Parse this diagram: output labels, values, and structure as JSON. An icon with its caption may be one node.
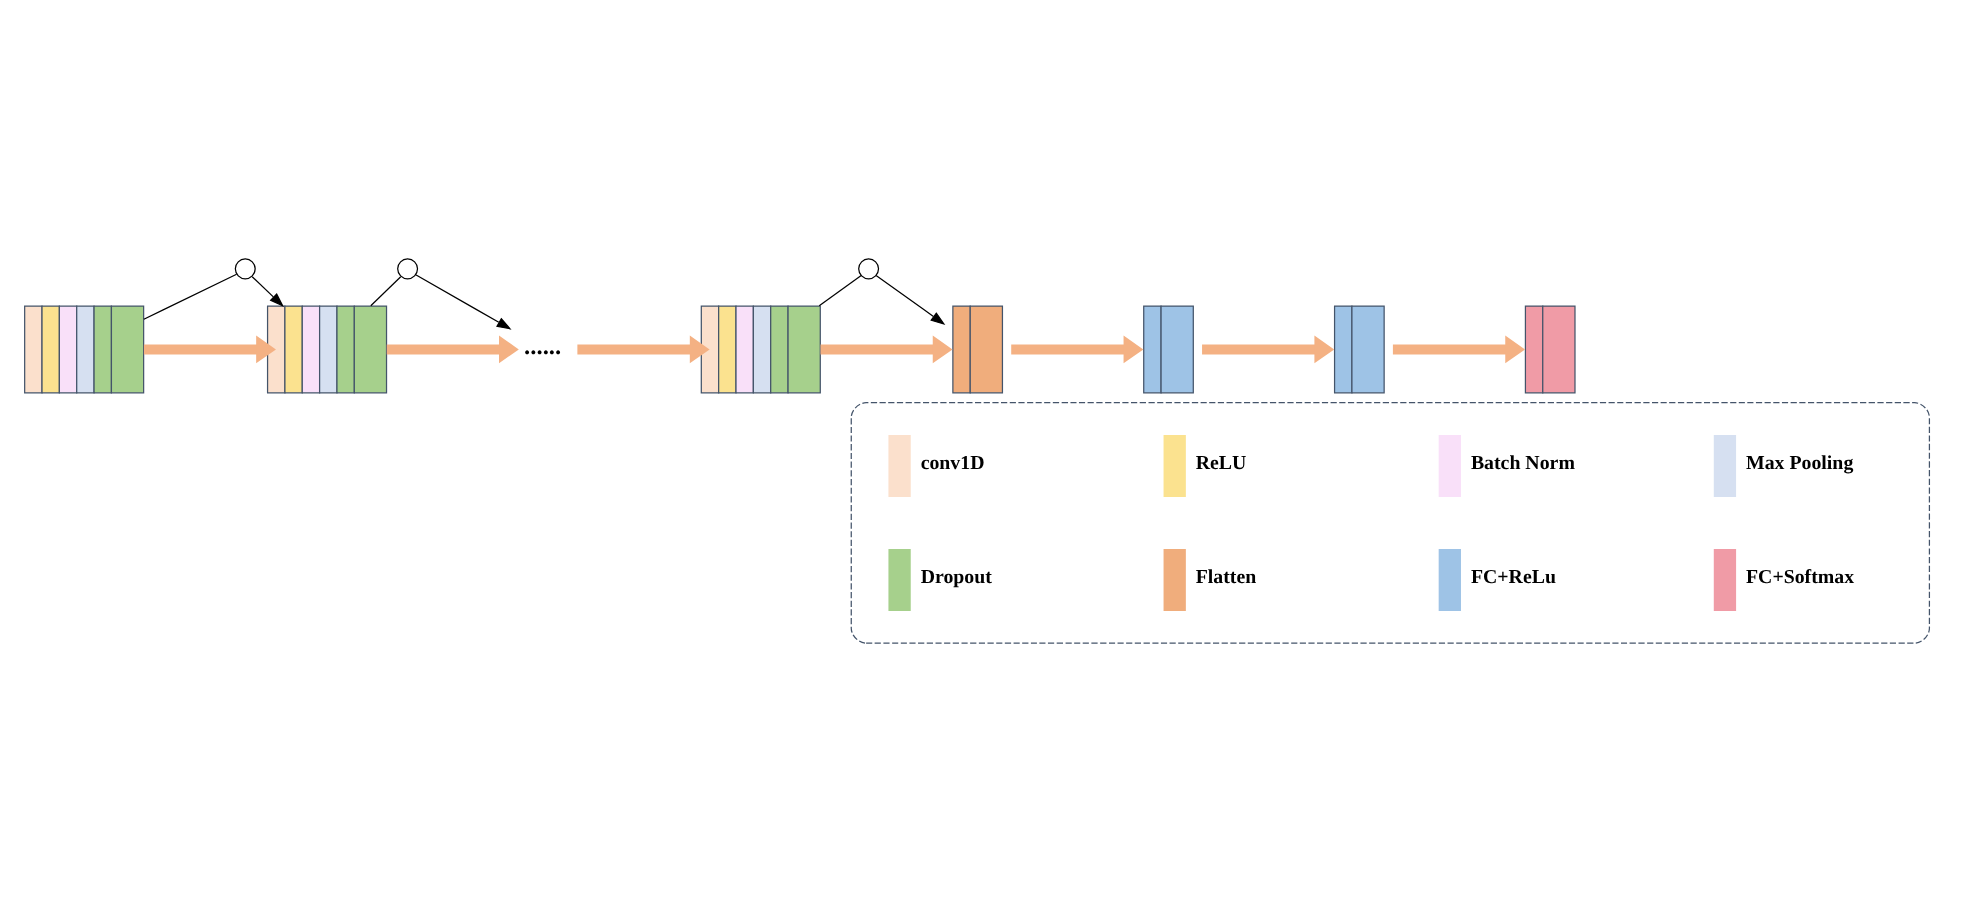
{
  "diagram": {
    "nodes": [
      {
        "text": [],
        "shape": "box"
      },
      {
        "text": [],
        "shape": "circle"
      },
      {
        "text": [],
        "shape": "box"
      },
      {
        "text": [],
        "shape": "circle"
      },
      {
        "text": [
          "......"
        ]
      },
      {
        "text": [],
        "shape": "box"
      },
      {
        "text": [],
        "shape": "circle"
      },
      {
        "text": [],
        "shape": "box"
      },
      {
        "text": [],
        "shape": "box"
      },
      {
        "text": [],
        "shape": "box"
      },
      {
        "text": [],
        "shape": "box"
      },
      {
        "text": [],
        "shape": "box"
      }
    ],
    "edges": [
      {
        "from": 0,
        "to": 1,
        "arrow": "none",
        "color": "#000000"
      },
      {
        "from": 1,
        "to": 2,
        "arrow": "to",
        "color": "#000000"
      },
      {
        "from": 0,
        "to": 2,
        "arrow": "to"
      },
      {
        "from": 2,
        "to": 3,
        "arrow": "none",
        "color": "#000000"
      },
      {
        "from": 3,
        "to": 4,
        "arrow": "to",
        "color": "#000000"
      },
      {
        "from": 2,
        "to": 4,
        "arrow": "to"
      },
      {
        "from": 4,
        "to": 5,
        "arrow": "to"
      },
      {
        "from": 5,
        "to": 6,
        "arrow": "none",
        "color": "#000000"
      },
      {
        "from": 6,
        "to": 7,
        "arrow": "to",
        "color": "#000000"
      },
      {
        "from": 5,
        "to": 7,
        "arrow": "to"
      },
      {
        "from": 7,
        "to": 8,
        "arrow": "to"
      },
      {
        "from": 8,
        "to": 9,
        "arrow": "to"
      },
      {
        "from": 9,
        "to": 10,
        "arrow": "to"
      }
    ],
    "legend": [
      {
        "text": "conv1D",
        "color": "#fbe0cc"
      },
      {
        "text": "ReLU",
        "color": "#fbe28f"
      },
      {
        "text": "Batch Norm",
        "color": "#f9e0f9"
      },
      {
        "text": "Max Pooling",
        "color": "#d6e0f1"
      },
      {
        "text": "Dropout",
        "color": "#a6d08c"
      },
      {
        "text": "Flatten",
        "color": "#f0ad7c"
      },
      {
        "text": "FC+ReLu",
        "color": "#9ec3e6"
      },
      {
        "text": "FC+Softmax",
        "color": "#f09ba6"
      }
    ]
  }
}
